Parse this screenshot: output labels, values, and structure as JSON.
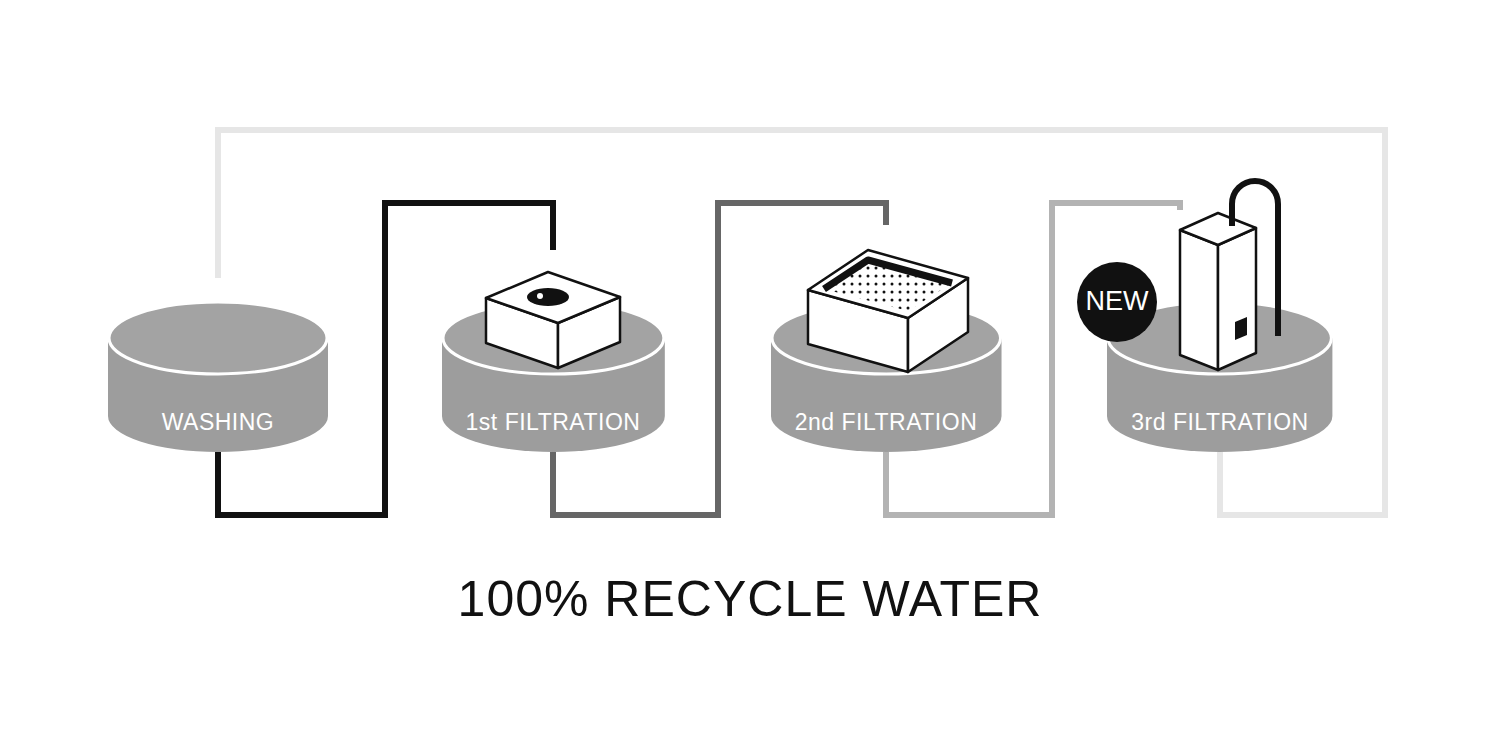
{
  "diagram": {
    "caption": "100% RECYCLE WATER",
    "nodes": [
      {
        "text": [
          "WASHING"
        ]
      },
      {
        "text": [
          "1st FILTRATION"
        ]
      },
      {
        "text": [
          "2nd FILTRATION"
        ]
      },
      {
        "text": [
          "3rd FILTRATION"
        ]
      },
      {
        "text": [
          "NEW"
        ]
      }
    ],
    "edges": [
      {
        "from": 0,
        "to": 1,
        "arrow": "none"
      },
      {
        "from": 1,
        "to": 2,
        "arrow": "none"
      },
      {
        "from": 2,
        "to": 3,
        "arrow": "none"
      },
      {
        "from": 3,
        "to": 0,
        "arrow": "none"
      }
    ]
  }
}
